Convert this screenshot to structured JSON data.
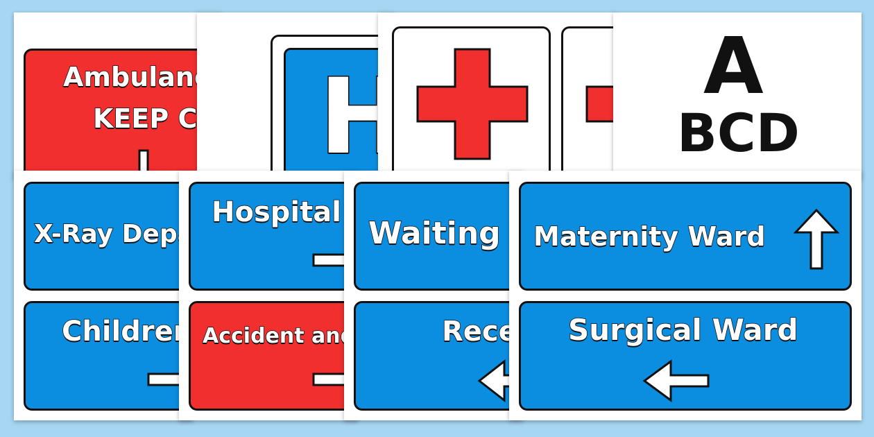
{
  "colors": {
    "background": "#a6d6f2",
    "blue": "#0c8ee0",
    "red": "#f12f2f",
    "outline": "#111111",
    "paper": "#ffffff"
  },
  "sheets": {
    "ambulance": {
      "line1": "Ambulance",
      "line2": "KEEP CLEAR"
    },
    "hospital_symbol": {
      "letter": "H"
    },
    "alphabet": {
      "big": "A",
      "small": "BCD"
    },
    "xray": {
      "label": "X-Ray Department"
    },
    "children": {
      "label": "Children's Ward",
      "arrow": "right"
    },
    "hospital": {
      "label": "Hospital",
      "arrow": "right"
    },
    "accident": {
      "label": "Accident and Emergency",
      "arrow": "right"
    },
    "waiting": {
      "label": "Waiting Room"
    },
    "reception": {
      "label": "Reception",
      "arrow": "left"
    },
    "maternity": {
      "label": "Maternity Ward",
      "arrow": "up"
    },
    "surgical": {
      "label": "Surgical Ward",
      "arrow": "left"
    }
  }
}
